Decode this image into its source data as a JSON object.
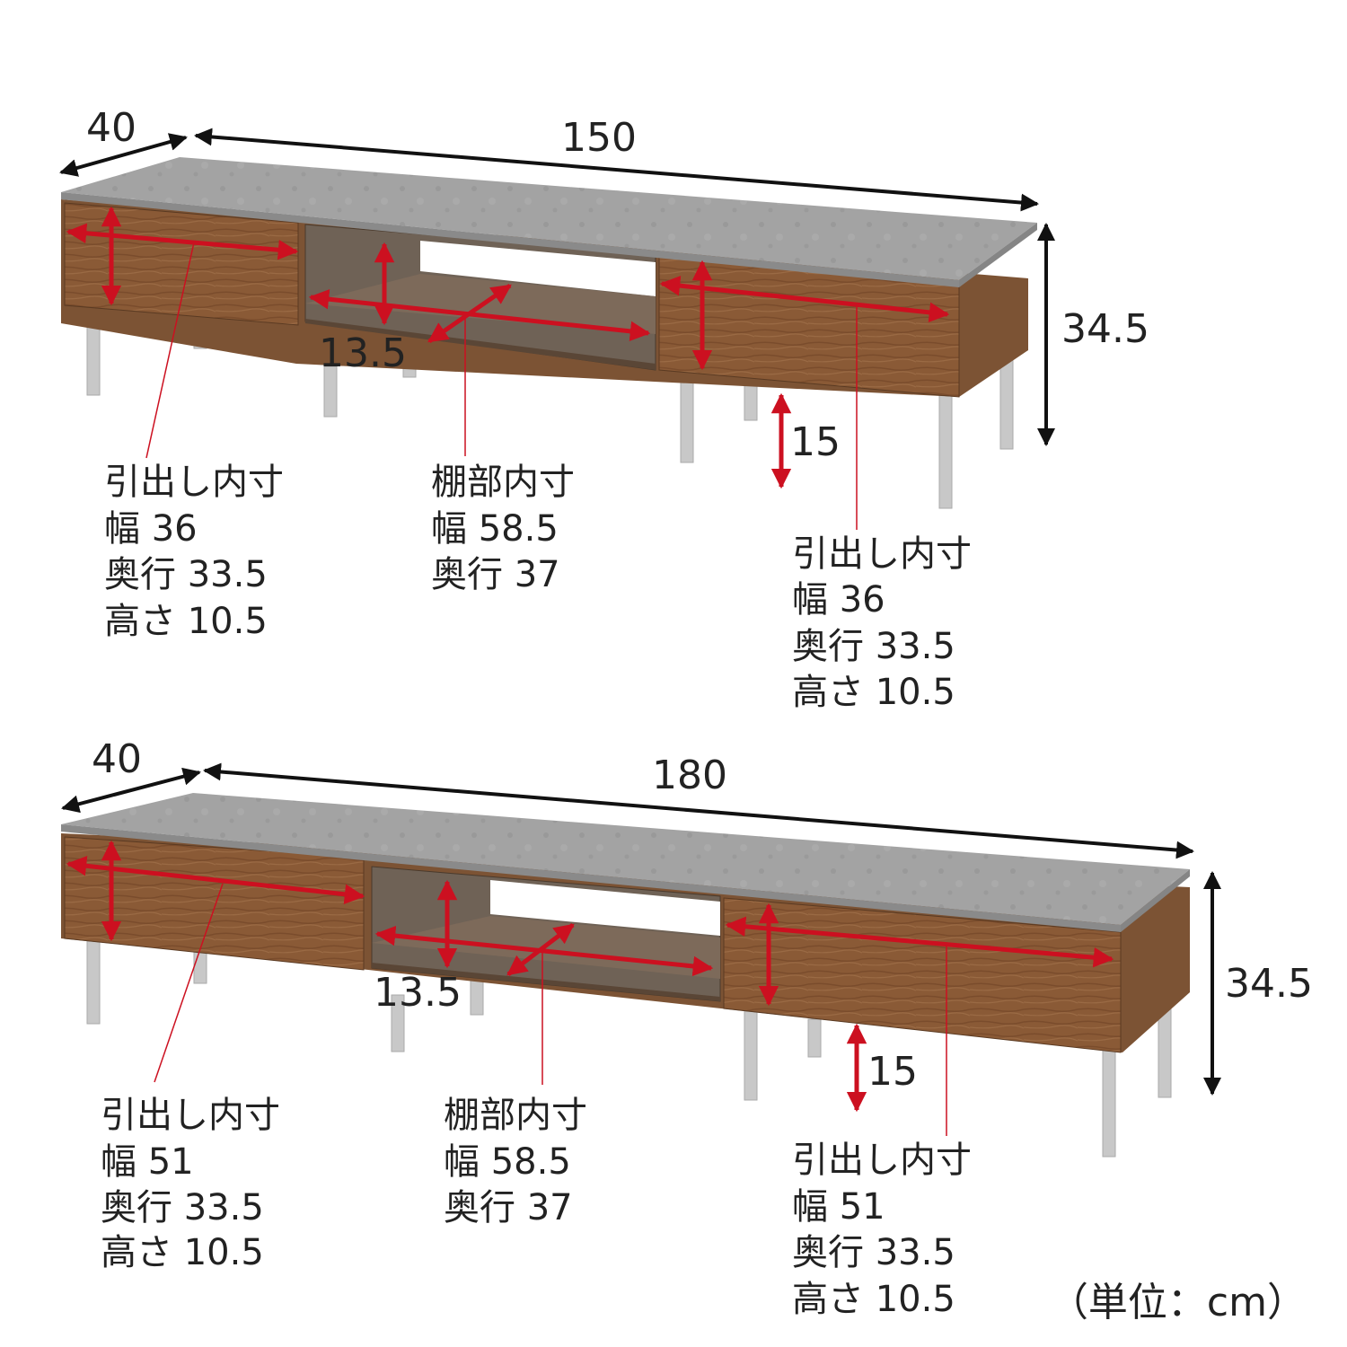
{
  "colors": {
    "background": "#ffffff",
    "top_panel": "#9c9c9c",
    "wood": "#8a5a36",
    "wood_dark": "#6e4628",
    "shelf_inner": "#7a6a5a",
    "leg": "#c8c8c8",
    "dimension_line": "#111111",
    "red_marker": "#cc1020",
    "text": "#222222"
  },
  "units_label": "（単位：cm）",
  "products": [
    {
      "depth": "40",
      "width": "150",
      "height": "34.5",
      "shelf_height": "13.5",
      "leg_height": "15",
      "left_drawer": {
        "title": "引出し内寸",
        "width": "幅 36",
        "depth": "奥行 33.5",
        "height": "高さ 10.5"
      },
      "shelf": {
        "title": "棚部内寸",
        "width": "幅 58.5",
        "depth": "奥行 37"
      },
      "right_drawer": {
        "title": "引出し内寸",
        "width": "幅 36",
        "depth": "奥行 33.5",
        "height": "高さ 10.5"
      }
    },
    {
      "depth": "40",
      "width": "180",
      "height": "34.5",
      "shelf_height": "13.5",
      "leg_height": "15",
      "left_drawer": {
        "title": "引出し内寸",
        "width": "幅 51",
        "depth": "奥行 33.5",
        "height": "高さ 10.5"
      },
      "shelf": {
        "title": "棚部内寸",
        "width": "幅 58.5",
        "depth": "奥行 37"
      },
      "right_drawer": {
        "title": "引出し内寸",
        "width": "幅 51",
        "depth": "奥行 33.5",
        "height": "高さ 10.5"
      }
    }
  ]
}
